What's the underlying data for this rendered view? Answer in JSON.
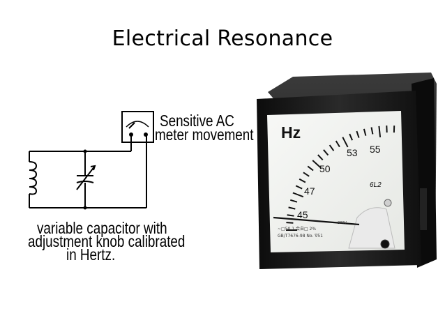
{
  "title": "Electrical Resonance",
  "circuit": {
    "meter_label_line1": "Sensitive AC",
    "meter_label_line2": "meter movement",
    "capacitor_label_line1": "variable capacitor with",
    "capacitor_label_line2": "adjustment knob calibrated",
    "capacitor_label_line3": "in Hertz."
  },
  "meter": {
    "unit": "Hz",
    "scale_labels": [
      "45",
      "47",
      "50",
      "53",
      "55"
    ],
    "model": "6L2",
    "fine_print_1": "~□50.1 会自□ 2%",
    "fine_print_2": "GB/T7676-98  No. ∇51",
    "fine_print_3": "380V"
  },
  "colors": {
    "panel_face": "#f2f3f1",
    "housing": "#1a1a1a",
    "text": "#000000"
  }
}
